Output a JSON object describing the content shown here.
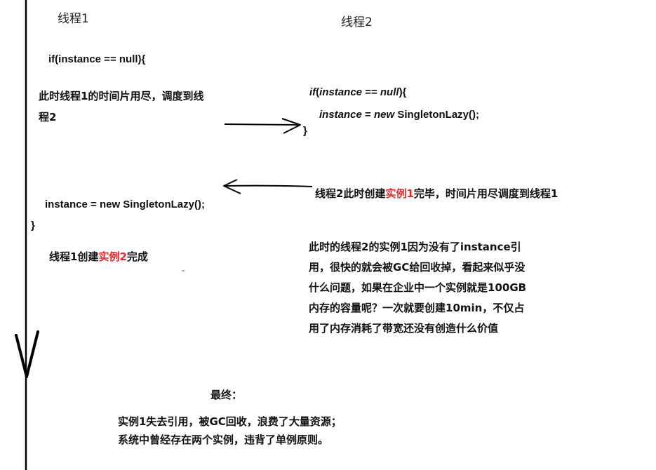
{
  "thread1": {
    "header": "线程1",
    "if_line": "if(instance == null){",
    "timeslice_line1": "此时线程1的时间片用尽，调度到线",
    "timeslice_line2": "程2",
    "assign_line": "instance = new SingletonLazy();",
    "close_brace": "}",
    "created_prefix": "线程1创建",
    "created_red": "实例2",
    "created_suffix": "完成"
  },
  "thread2": {
    "header": "线程2",
    "if_keyword": "if",
    "if_paren_open": "(",
    "if_cond_var": "instance",
    "if_cond_op": " == ",
    "if_cond_null": "null",
    "if_paren_close": "){",
    "assign_var": "instance",
    "assign_rest_eq": " = ",
    "assign_new": "new",
    "assign_class": " SingletonLazy();",
    "close_brace": "}",
    "created_prefix": "线程2此时创建",
    "created_red": "实例1",
    "created_suffix": "完毕，时间片用尽调度到线程1"
  },
  "explanation": {
    "lines": [
      "此时的线程2的实例1因为没有了instance引",
      "用，很快的就会被GC给回收掉，看起来似乎没",
      "什么问题，如果在企业中一个实例就是100GB",
      "内存的容量呢？一次就要创建10min，不仅占",
      "用了内存消耗了带宽还没有创造什么价值"
    ]
  },
  "conclusion": {
    "title": "最终：",
    "line1": "实例1失去引用，被GC回收，浪费了大量资源；",
    "line2": "系统中曾经存在两个实例，违背了单例原则。"
  },
  "colors": {
    "highlight": "#e8262b",
    "text": "#111111"
  }
}
